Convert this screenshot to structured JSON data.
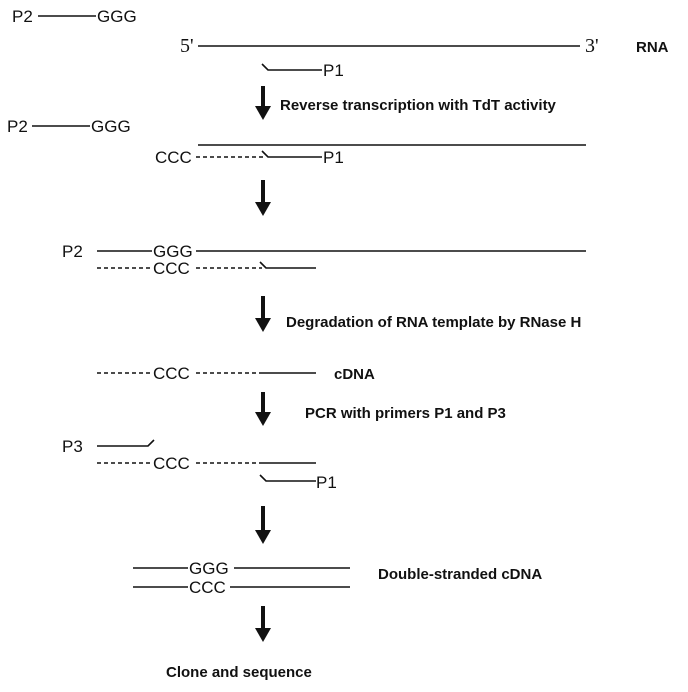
{
  "labels": {
    "p1": "P1",
    "p2": "P2",
    "p3": "P3",
    "ggg": "GGG",
    "ccc": "CCC",
    "five_prime": "5'",
    "three_prime": "3'",
    "rna": "RNA",
    "cdna": "cDNA"
  },
  "steps": {
    "reverse_transcription": "Reverse transcription with TdT activity",
    "degradation": "Degradation of RNA template by RNase H",
    "pcr": "PCR with primers P1 and P3",
    "double_stranded": "Double-stranded cDNA",
    "clone": "Clone and sequence"
  }
}
